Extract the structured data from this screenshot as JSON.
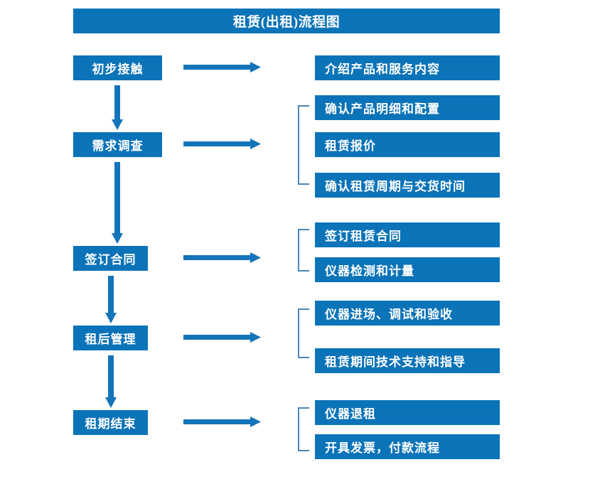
{
  "title": "租赁(出租)流程图",
  "colors": {
    "box_blue": "#0b73b8",
    "arrow_blue": "#1374ba",
    "bracket_blue": "#4a86b8",
    "text_white": "#ffffff",
    "background": "#ffffff"
  },
  "stages": [
    {
      "label": "初步接触",
      "width": "wide"
    },
    {
      "label": "需求调查",
      "width": "wide"
    },
    {
      "label": "签订合同",
      "width": "narrow"
    },
    {
      "label": "租后管理",
      "width": "narrow"
    },
    {
      "label": "租期结束",
      "width": "narrow"
    }
  ],
  "groups": [
    {
      "stage": "初步接触",
      "bracket": false,
      "items": [
        {
          "label": "介绍产品和服务内容"
        }
      ]
    },
    {
      "stage": "需求调查",
      "bracket": true,
      "items": [
        {
          "label": "确认产品明细和配置"
        },
        {
          "label": "租赁报价"
        },
        {
          "label": "确认租赁周期与交货时间"
        }
      ]
    },
    {
      "stage": "签订合同",
      "bracket": true,
      "items": [
        {
          "label": "签订租赁合同"
        },
        {
          "label": "仪器检测和计量"
        }
      ]
    },
    {
      "stage": "租后管理",
      "bracket": true,
      "items": [
        {
          "label": "仪器进场、调试和验收"
        },
        {
          "label": "租赁期间技术支持和指导"
        }
      ]
    },
    {
      "stage": "租期结束",
      "bracket": true,
      "items": [
        {
          "label": "仪器退租"
        },
        {
          "label": "开具发票，付款流程"
        }
      ]
    }
  ],
  "connectors": {
    "horizontal_arrow": "arrow-right-icon",
    "vertical_arrow": "arrow-down-icon",
    "group_bracket": "group-bracket-icon"
  }
}
